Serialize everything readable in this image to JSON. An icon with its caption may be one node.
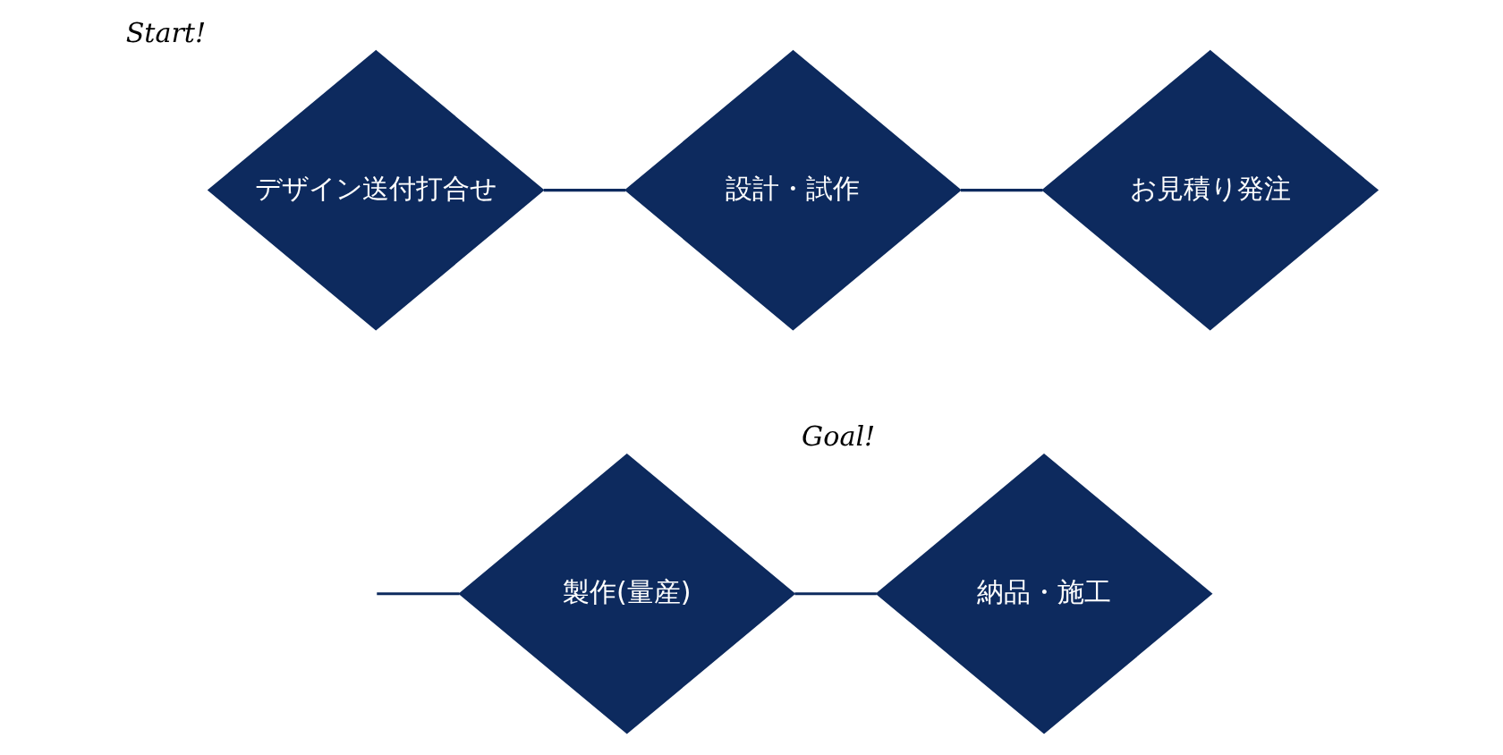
{
  "diagram": {
    "nodes": [
      {
        "text": [
          "デザイン送付打合せ"
        ],
        "beside": [
          "Start!"
        ]
      },
      {
        "text": [
          "設計・試作"
        ]
      },
      {
        "text": [
          "お見積り発注"
        ]
      },
      {
        "text": [
          "製作(量産)"
        ]
      },
      {
        "text": [
          "納品・施工"
        ],
        "beside": [
          "Goal!"
        ]
      }
    ],
    "edges": [
      {
        "from": 0,
        "to": 1,
        "arrow": "none"
      },
      {
        "from": 1,
        "to": 2,
        "arrow": "none"
      },
      {
        "from": null,
        "to": 3,
        "arrow": "none"
      },
      {
        "from": 3,
        "to": 4,
        "arrow": "none"
      }
    ]
  }
}
